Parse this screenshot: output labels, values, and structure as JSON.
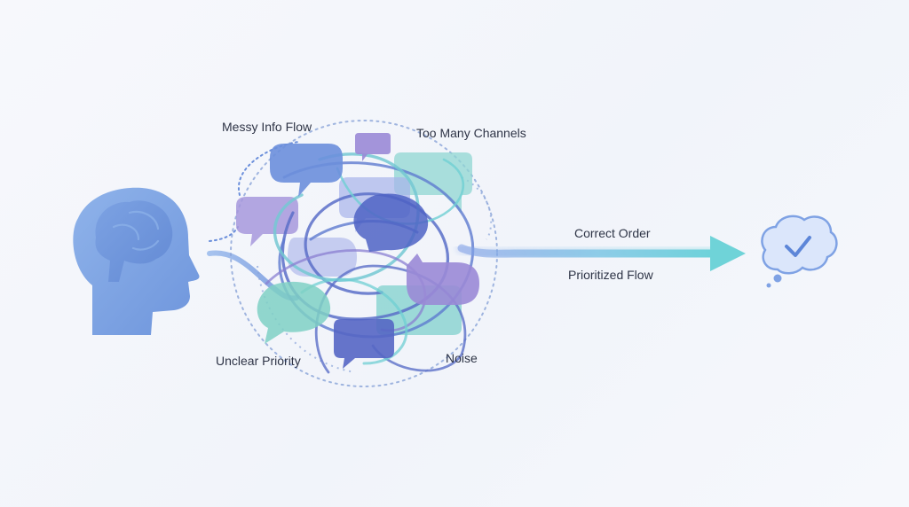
{
  "labels": {
    "messy_info_flow": "Messy Info Flow",
    "too_many_channels": "Too Many Channels",
    "unclear_priority": "Unclear Priority",
    "noise": "Noise",
    "correct_order": "Correct Order",
    "prioritized_flow": "Prioritized Flow"
  },
  "icons": {
    "head": "human-head-brain-icon",
    "outcome": "thought-cloud-checkmark-icon"
  },
  "colors": {
    "blue": "#6b8fdb",
    "indigo": "#4f63c4",
    "purple": "#9a8ad6",
    "teal": "#6fcfd3",
    "text": "#2e3446"
  }
}
